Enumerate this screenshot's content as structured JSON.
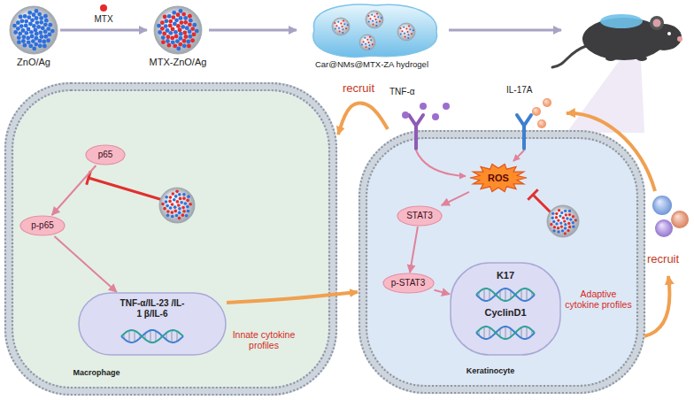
{
  "diagram": {
    "nodes": [
      {
        "text": [
          "ZnO/Ag"
        ]
      },
      {
        "text": [
          "MTX-ZnO/Ag"
        ]
      },
      {
        "text": [
          "Car@NMs@MTX-ZA hydrogel"
        ]
      },
      {
        "text": [
          "Macrophage"
        ]
      },
      {
        "text": [
          "p65"
        ],
        "in": 3
      },
      {
        "text": [
          "p-p65"
        ],
        "in": 3
      },
      {
        "text": [
          "TNF-α/IL-23 /IL-1 β/IL-6"
        ],
        "in": 3
      },
      {
        "text": [
          "Keratinocyte"
        ]
      },
      {
        "text": [
          "ROS"
        ],
        "in": 7
      },
      {
        "text": [
          "STAT3"
        ],
        "in": 7
      },
      {
        "text": [
          "p-STAT3"
        ],
        "in": 7
      },
      {
        "text": [
          "K17",
          "CyclinD1"
        ],
        "in": 7
      }
    ],
    "edges": [
      {
        "from": 0,
        "to": 1,
        "label": "MTX",
        "arrow": "to"
      },
      {
        "from": 1,
        "to": 2,
        "arrow": "to"
      },
      {
        "from": 4,
        "to": 5,
        "arrow": "to"
      },
      {
        "from": 5,
        "to": 6,
        "arrow": "to"
      },
      {
        "from": 6,
        "to": 7,
        "arrow": "to"
      },
      {
        "from": 7,
        "to": 3,
        "label": "recruit",
        "arrow": "to"
      },
      {
        "from": 8,
        "to": 9,
        "arrow": "to"
      },
      {
        "from": 9,
        "to": 10,
        "arrow": "to"
      },
      {
        "from": 10,
        "to": 11,
        "arrow": "to"
      }
    ],
    "labels": [
      "TNF-α",
      "IL-17A",
      "Innate cytokine profiles",
      "Adaptive cytokine profiles",
      "recruit"
    ]
  }
}
